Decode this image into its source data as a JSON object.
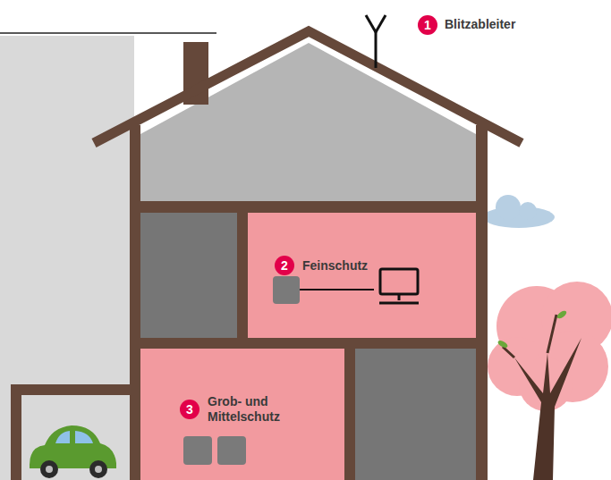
{
  "diagram": {
    "nodes": [
      {
        "text": [
          "2",
          "Feinschutz"
        ]
      },
      {
        "text": [
          "3",
          "Grob- und Mittelschutz"
        ]
      }
    ],
    "labels": [
      "1",
      "Blitzableiter"
    ]
  }
}
